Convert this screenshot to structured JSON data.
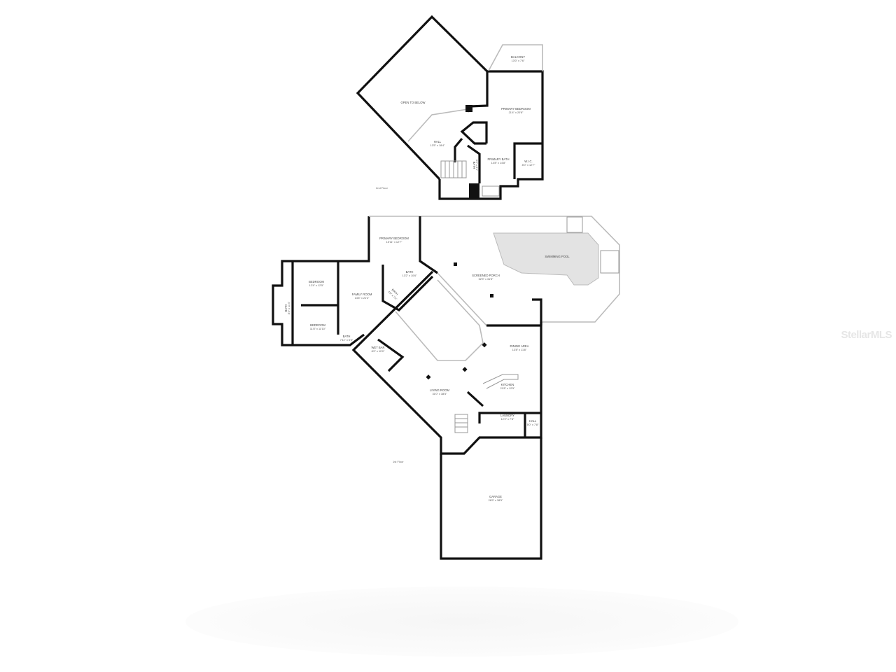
{
  "watermark": "StellarMLS",
  "floors": [
    {
      "label": "2nd Floor",
      "rooms": [
        {
          "name": "OPEN TO BELOW",
          "dims": ""
        },
        {
          "name": "BALCONY",
          "dims": "13'0\" x 7'6\""
        },
        {
          "name": "PRIMARY BEDROOM",
          "dims": "21'4\" x 20'8\""
        },
        {
          "name": "HALL",
          "dims": "13'5\" x 18'4\""
        },
        {
          "name": "PRIMARY BATH",
          "dims": "14'8\" x 14'8\""
        },
        {
          "name": "W.I.C.",
          "dims": "8'0\" x 12'7\""
        },
        {
          "name": "BATH",
          "dims": "5'4\" x 8'4\""
        }
      ]
    },
    {
      "label": "1st Floor",
      "rooms": [
        {
          "name": "PRIMARY BEDROOM",
          "dims": "15'11\" x 12'7\""
        },
        {
          "name": "BEDROOM",
          "dims": "12'4\" x 12'5\""
        },
        {
          "name": "BEDROOM",
          "dims": "11'8\" x 11'10\""
        },
        {
          "name": "FAMILY ROOM",
          "dims": "14'6\" x 21'4\""
        },
        {
          "name": "BATH",
          "dims": "13'2\" x 10'6\""
        },
        {
          "name": "BATH",
          "dims": "8'4\" x 11'4\""
        },
        {
          "name": "BATH",
          "dims": "7'11\" x 5'5\""
        },
        {
          "name": "BATH",
          "dims": "4'0\" x 7'1\""
        },
        {
          "name": "WET BAR",
          "dims": "8'0\" x 10'0\""
        },
        {
          "name": "SCREENED PORCH",
          "dims": "52'9\" x 31'5\""
        },
        {
          "name": "SWIMMING POOL",
          "dims": ""
        },
        {
          "name": "DINING AREA",
          "dims": "13'8\" x 11'8\""
        },
        {
          "name": "KITCHEN",
          "dims": "21'8\" x 12'5\""
        },
        {
          "name": "LIVING ROOM",
          "dims": "31'0\" x 38'5\""
        },
        {
          "name": "LAUNDRY",
          "dims": "12'2\" x 7'8\""
        },
        {
          "name": "HALL",
          "dims": "5'0\" x 7'8\""
        },
        {
          "name": "GARAGE",
          "dims": "28'9\" x 38'5\""
        }
      ]
    }
  ],
  "colors": {
    "wall": "#111111",
    "pool": "#e3e3e3",
    "watermark": "#e6e6e6"
  }
}
